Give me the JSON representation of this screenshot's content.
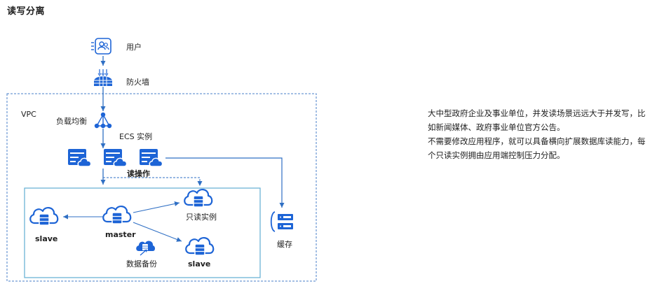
{
  "title": "读写分离",
  "labels": {
    "user": "用户",
    "firewall": "防火墙",
    "vpc": "VPC",
    "load_balancer": "负载均衡",
    "ecs": "ECS 实例",
    "read_operation": "读操作",
    "read_only_instance": "只读实例",
    "master": "master",
    "slave_left": "slave",
    "slave_bottom": "slave",
    "backup": "数据备份",
    "cache": "缓存"
  },
  "description": {
    "paragraph_1": "大中型政府企业及事业单位，并发读场景远远大于并发写，比如新闻媒体、政府事业单位官方公告。",
    "paragraph_2": "不需要修改应用程序，就可以具备横向扩展数据库读能力，每个只读实例拥由应用端控制压力分配。"
  },
  "colors": {
    "primary_blue": "#1d64d6",
    "line_blue": "#2f6fc4",
    "border_blue": "#4a7fc8",
    "db_box_border": "#6cb4d6"
  },
  "icons": {
    "user": "user-icon",
    "firewall": "firewall-icon",
    "load_balancer": "load-balancer-icon",
    "ecs": "server-icon",
    "database": "cloud-database-icon",
    "cache": "cache-server-icon"
  }
}
